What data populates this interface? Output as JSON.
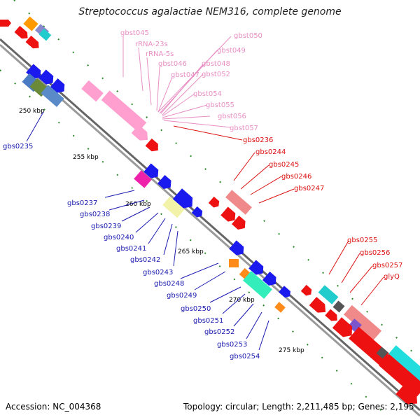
{
  "title": "Streptococcus agalactiae NEM316, complete genome",
  "footer": {
    "accession": "Accession: NC_004368",
    "topology": "Topology: circular; Length: 2,211,485 bp; Genes: 2,195"
  },
  "colors": {
    "backbone": "#6e6e6e",
    "tick": "#2a8a2a",
    "pink_label": "#e88fc4",
    "red_label": "#dd1111",
    "blue_label": "#1a1ab0"
  },
  "scale_labels": [
    "250 kbp",
    "255 kbp",
    "260 kbp",
    "265 kbp",
    "270 kbp",
    "275 kbp"
  ],
  "pink_labels": [
    "gbst045",
    "rRNA-23s",
    "rRNA-5s",
    "gbst046",
    "gbst047",
    "gbst050",
    "gbst049",
    "gbst048",
    "gbst052",
    "gbst054",
    "gbst055",
    "gbst056",
    "gbst057"
  ],
  "red_labels": [
    "gbs0236",
    "gbs0244",
    "gbs0245",
    "gbs0246",
    "gbs0247",
    "gbs0255",
    "gbs0256",
    "gbs0257",
    "glyQ"
  ],
  "blue_labels": [
    "gbs0235",
    "gbs0237",
    "gbs0238",
    "gbs0239",
    "gbs0240",
    "gbs0241",
    "gbs0242",
    "gbs0243",
    "gbs0248",
    "gbs0249",
    "gbs0250",
    "gbs0251",
    "gbs0252",
    "gbs0253",
    "gbs0254"
  ]
}
